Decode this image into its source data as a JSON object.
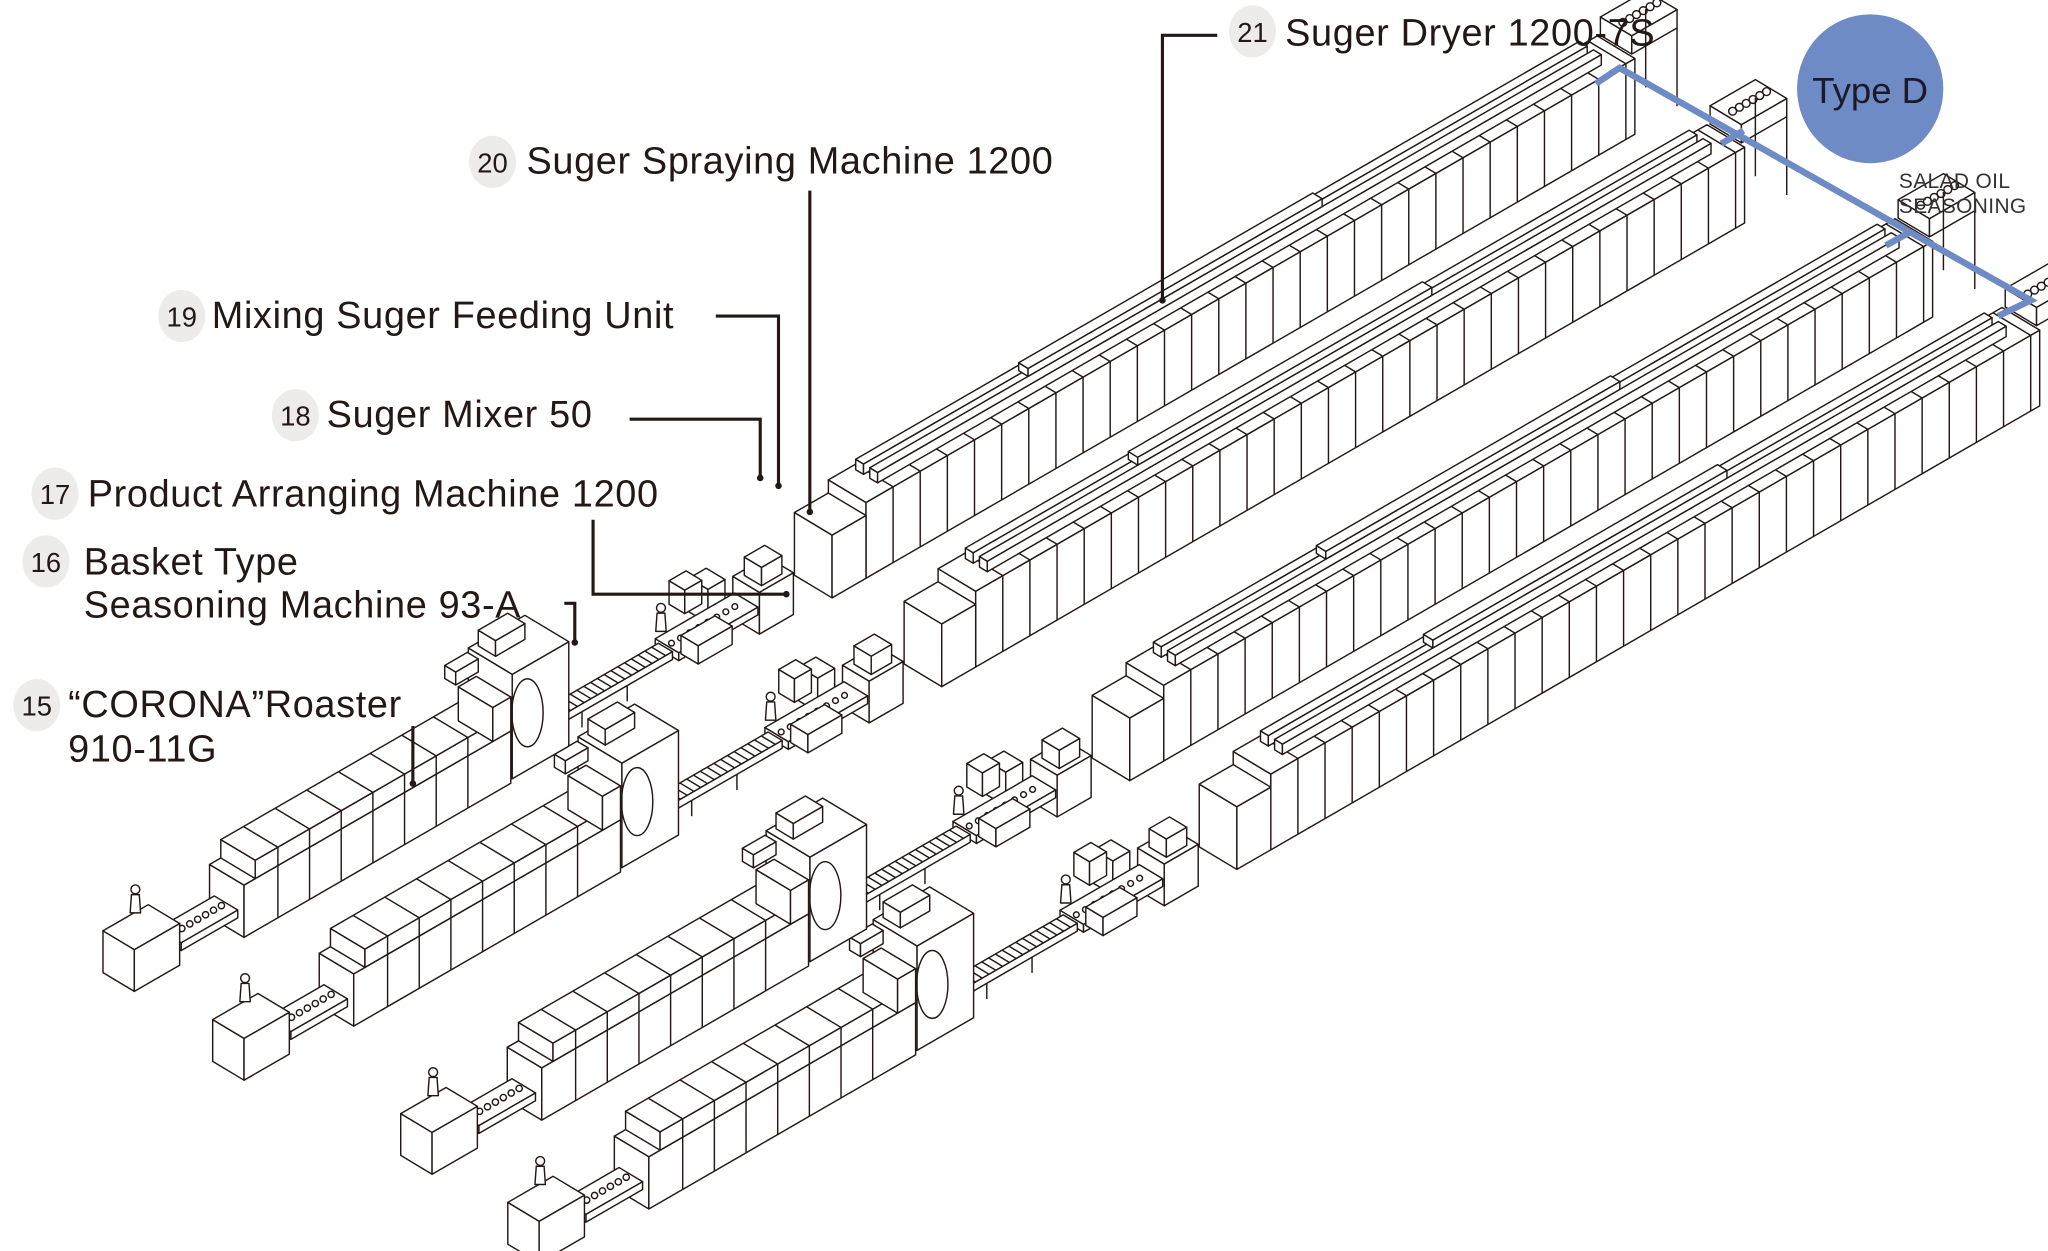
{
  "diagram": {
    "type_badge": {
      "label": "Type D",
      "color": "#6f8bc5"
    },
    "category_caption": [
      "SALAD OIL",
      "SEASONING"
    ],
    "bracket_color": "#6f8bc5",
    "callout_circle_color": "#eeecea",
    "production_lines": 4,
    "callouts": [
      {
        "number": "21",
        "lines": [
          "Suger Dryer 1200-7S"
        ]
      },
      {
        "number": "20",
        "lines": [
          "Suger Spraying Machine 1200"
        ]
      },
      {
        "number": "19",
        "lines": [
          "Mixing Suger Feeding Unit"
        ]
      },
      {
        "number": "18",
        "lines": [
          "Suger Mixer 50"
        ]
      },
      {
        "number": "17",
        "lines": [
          "Product Arranging Machine 1200"
        ]
      },
      {
        "number": "16",
        "lines": [
          "Basket Type",
          "Seasoning Machine 93-A"
        ]
      },
      {
        "number": "15",
        "lines": [
          "“CORONA”Roaster",
          "910-11G"
        ]
      }
    ]
  }
}
